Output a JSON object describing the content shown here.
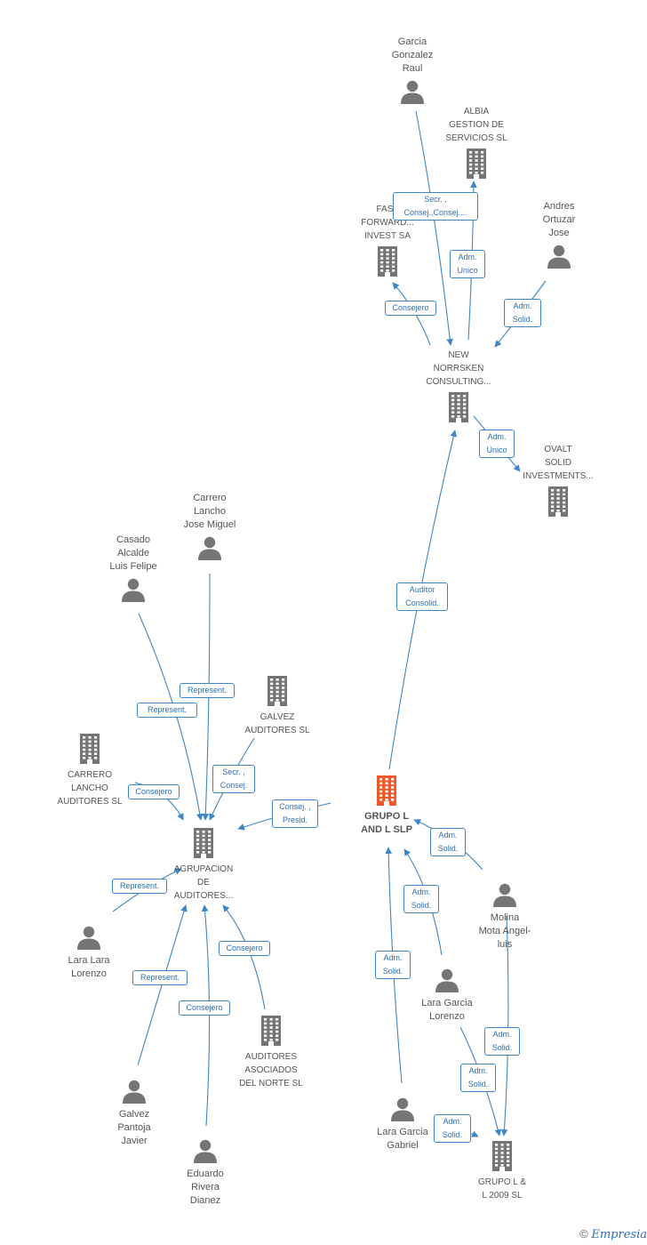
{
  "nodes": [
    {
      "id": "n1",
      "label": "Garcia\nGonzalez\nRaul",
      "type": "person"
    },
    {
      "id": "n2",
      "label": "ALBIA\nGESTION DE\nSERVICIOS SL",
      "type": "company"
    },
    {
      "id": "n3",
      "label": "FAST\nFORWARD...\nINVEST SA",
      "type": "company"
    },
    {
      "id": "n4",
      "label": "Andres\nOrtuzar\nJose",
      "type": "person"
    },
    {
      "id": "n5",
      "label": "NEW\nNORRSKEN\nCONSULTING...",
      "type": "company"
    },
    {
      "id": "n6",
      "label": "OVALT\nSOLID\nINVESTMENTS...",
      "type": "company"
    },
    {
      "id": "n7",
      "label": "Carrero\nLancho\nJose Miguel",
      "type": "person"
    },
    {
      "id": "n8",
      "label": "Casado\nAlcalde\nLuis Felipe",
      "type": "person"
    },
    {
      "id": "n9",
      "label": "GALVEZ\nAUDITORES SL",
      "type": "company"
    },
    {
      "id": "n10",
      "label": "CARRERO\nLANCHO\nAUDITORES SL",
      "type": "company"
    },
    {
      "id": "n11",
      "label": "GRUPO L\nAND L SLP",
      "type": "focus"
    },
    {
      "id": "n12",
      "label": "AGRUPACION\nDE\nAUDITORES...",
      "type": "company"
    },
    {
      "id": "n13",
      "label": "Molina\nMota Angel-\nluis",
      "type": "person"
    },
    {
      "id": "n14",
      "label": "Lara Lara\nLorenzo",
      "type": "person"
    },
    {
      "id": "n15",
      "label": "Lara Garcia\nLorenzo",
      "type": "person"
    },
    {
      "id": "n16",
      "label": "AUDITORES\nASOCIADOS\nDEL NORTE SL",
      "type": "company"
    },
    {
      "id": "n17",
      "label": "Galvez\nPantoja\nJavier",
      "type": "person"
    },
    {
      "id": "n18",
      "label": "Lara Garcia\nGabriel",
      "type": "person"
    },
    {
      "id": "n19",
      "label": "Eduardo\nRivera\nDianez",
      "type": "person"
    },
    {
      "id": "n20",
      "label": "GRUPO L &\nL 2009 SL",
      "type": "company"
    }
  ],
  "edges": [
    {
      "id": "e1",
      "from": "n1",
      "to": "n5",
      "label": "Secr. ,\nConsej.,Consej...."
    },
    {
      "id": "e2",
      "from": "n5",
      "to": "n2",
      "label": "Adm.\nUnico"
    },
    {
      "id": "e3",
      "from": "n5",
      "to": "n3",
      "label": "Consejero"
    },
    {
      "id": "e4",
      "from": "n4",
      "to": "n5",
      "label": "Adm.\nSolid."
    },
    {
      "id": "e5",
      "from": "n5",
      "to": "n6",
      "label": "Adm.\nUnico"
    },
    {
      "id": "e6",
      "from": "n11",
      "to": "n5",
      "label": "Auditor\nConsolid."
    },
    {
      "id": "e7",
      "from": "n7",
      "to": "n12",
      "label": "Represent."
    },
    {
      "id": "e8",
      "from": "n8",
      "to": "n12",
      "label": "Represent."
    },
    {
      "id": "e9",
      "from": "n9",
      "to": "n12",
      "label": "Secr. ,\nConsej."
    },
    {
      "id": "e10",
      "from": "n10",
      "to": "n12",
      "label": "Consejero"
    },
    {
      "id": "e11",
      "from": "n11",
      "to": "n12",
      "label": "Consej. ,\nPresid."
    },
    {
      "id": "e12",
      "from": "n14",
      "to": "n12",
      "label": "Represent."
    },
    {
      "id": "e13",
      "from": "n17",
      "to": "n12",
      "label": "Represent."
    },
    {
      "id": "e14",
      "from": "n19",
      "to": "n12",
      "label": "Consejero"
    },
    {
      "id": "e15",
      "from": "n16",
      "to": "n12",
      "label": "Consejero"
    },
    {
      "id": "e16",
      "from": "n13",
      "to": "n11",
      "label": "Adm.\nSolid."
    },
    {
      "id": "e17",
      "from": "n15",
      "to": "n11",
      "label": "Adm.\nSolid."
    },
    {
      "id": "e18",
      "from": "n18",
      "to": "n11",
      "label": "Adm.\nSolid."
    },
    {
      "id": "e19",
      "from": "n13",
      "to": "n20",
      "label": "Adm.\nSolid."
    },
    {
      "id": "e20",
      "from": "n15",
      "to": "n20",
      "label": "Adm.\nSolid."
    },
    {
      "id": "e21",
      "from": "n18",
      "to": "n20",
      "label": "Adm.\nSolid."
    }
  ],
  "colors": {
    "edge": "#3d85c6",
    "icon": "#757575",
    "focus_icon": "#f05a28",
    "label_text": "#2d6fb5"
  },
  "footer": {
    "copyright": "©",
    "brand": "Empresia"
  }
}
